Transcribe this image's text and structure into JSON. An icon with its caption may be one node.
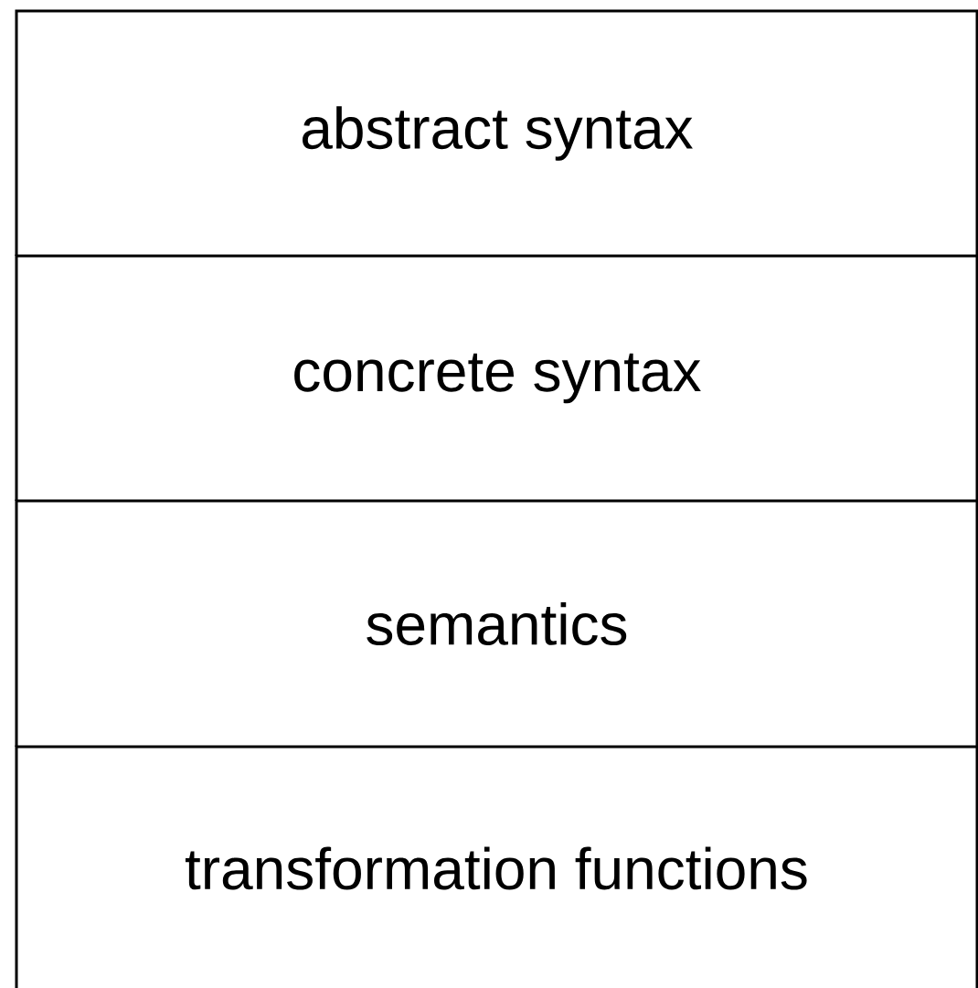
{
  "diagram": {
    "nodes": [
      {
        "text": [
          "abstract syntax"
        ]
      },
      {
        "text": [
          "concrete syntax"
        ]
      },
      {
        "text": [
          "semantics"
        ]
      },
      {
        "text": [
          "transformation functions"
        ]
      }
    ]
  }
}
